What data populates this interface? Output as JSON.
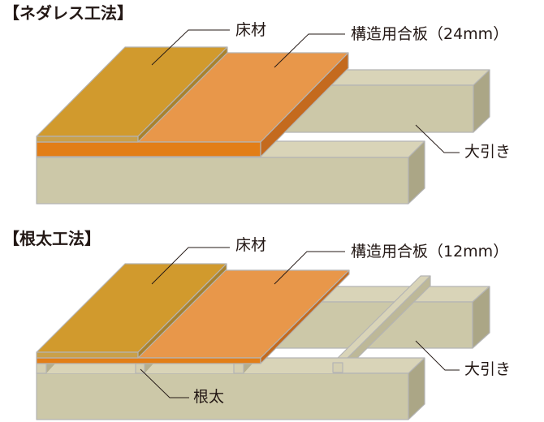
{
  "sections": [
    {
      "title": "【ネダレス工法】",
      "labels": {
        "flooring": "床材",
        "plywood": "構造用合板（24mm）",
        "sleeper": "大引き"
      }
    },
    {
      "title": "【根太工法】",
      "labels": {
        "flooring": "床材",
        "plywood": "構造用合板（12mm）",
        "sleeper": "大引き",
        "joist": "根太"
      }
    }
  ],
  "colors": {
    "flooring_top": "#D19A2D",
    "plywood_top": "#E8974A",
    "plywood_front": "#E27E17",
    "beam_front": "#CCC8A8"
  }
}
